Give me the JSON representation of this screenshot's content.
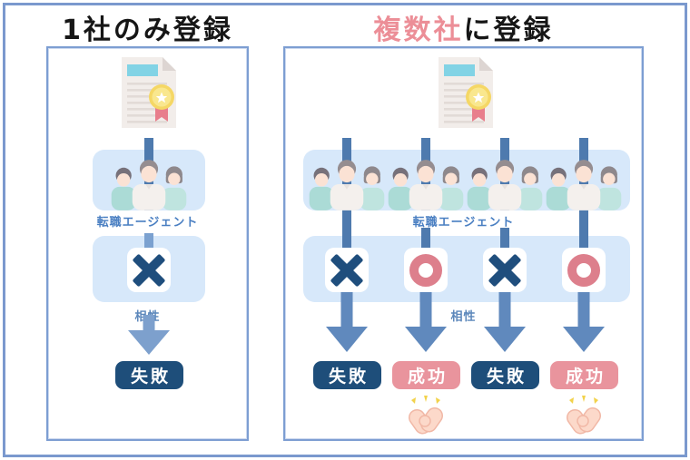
{
  "left_section": {
    "title": "1社のみ登録",
    "agent_label": "転職エージェント",
    "compatibility_label": "相性",
    "result": "失敗"
  },
  "right_section": {
    "title_highlight": "複数社",
    "title_rest": "に登録",
    "agent_label": "転職エージェント",
    "compatibility_label": "相性",
    "columns": [
      {
        "mark": "cross",
        "result": "失敗"
      },
      {
        "mark": "circle",
        "result": "成功",
        "celebration": true
      },
      {
        "mark": "cross",
        "result": "失敗"
      },
      {
        "mark": "circle",
        "result": "成功",
        "celebration": true
      }
    ]
  },
  "icons": {
    "document": "certificate-document-icon",
    "people": "people-group-icon",
    "cross": "cross-icon",
    "circle": "circle-icon",
    "arrow": "arrow-down-icon",
    "clap": "clapping-hands-icon"
  },
  "colors": {
    "title_pink": "#ec8e97",
    "badge_navy": "#1e4e7a",
    "badge_pink": "#e9949d",
    "cross_navy": "#1f4e7d",
    "ring_pink": "#dd7f8c",
    "agent_text": "#4a7fc2",
    "compat_text": "#5c87bb",
    "stem_blue": "#4e7aae",
    "arrow_left": "#7da0cd",
    "arrow_right": "#6089bd",
    "box_blue": "#d7e8fa",
    "frame_blue": "#7b99ce"
  }
}
